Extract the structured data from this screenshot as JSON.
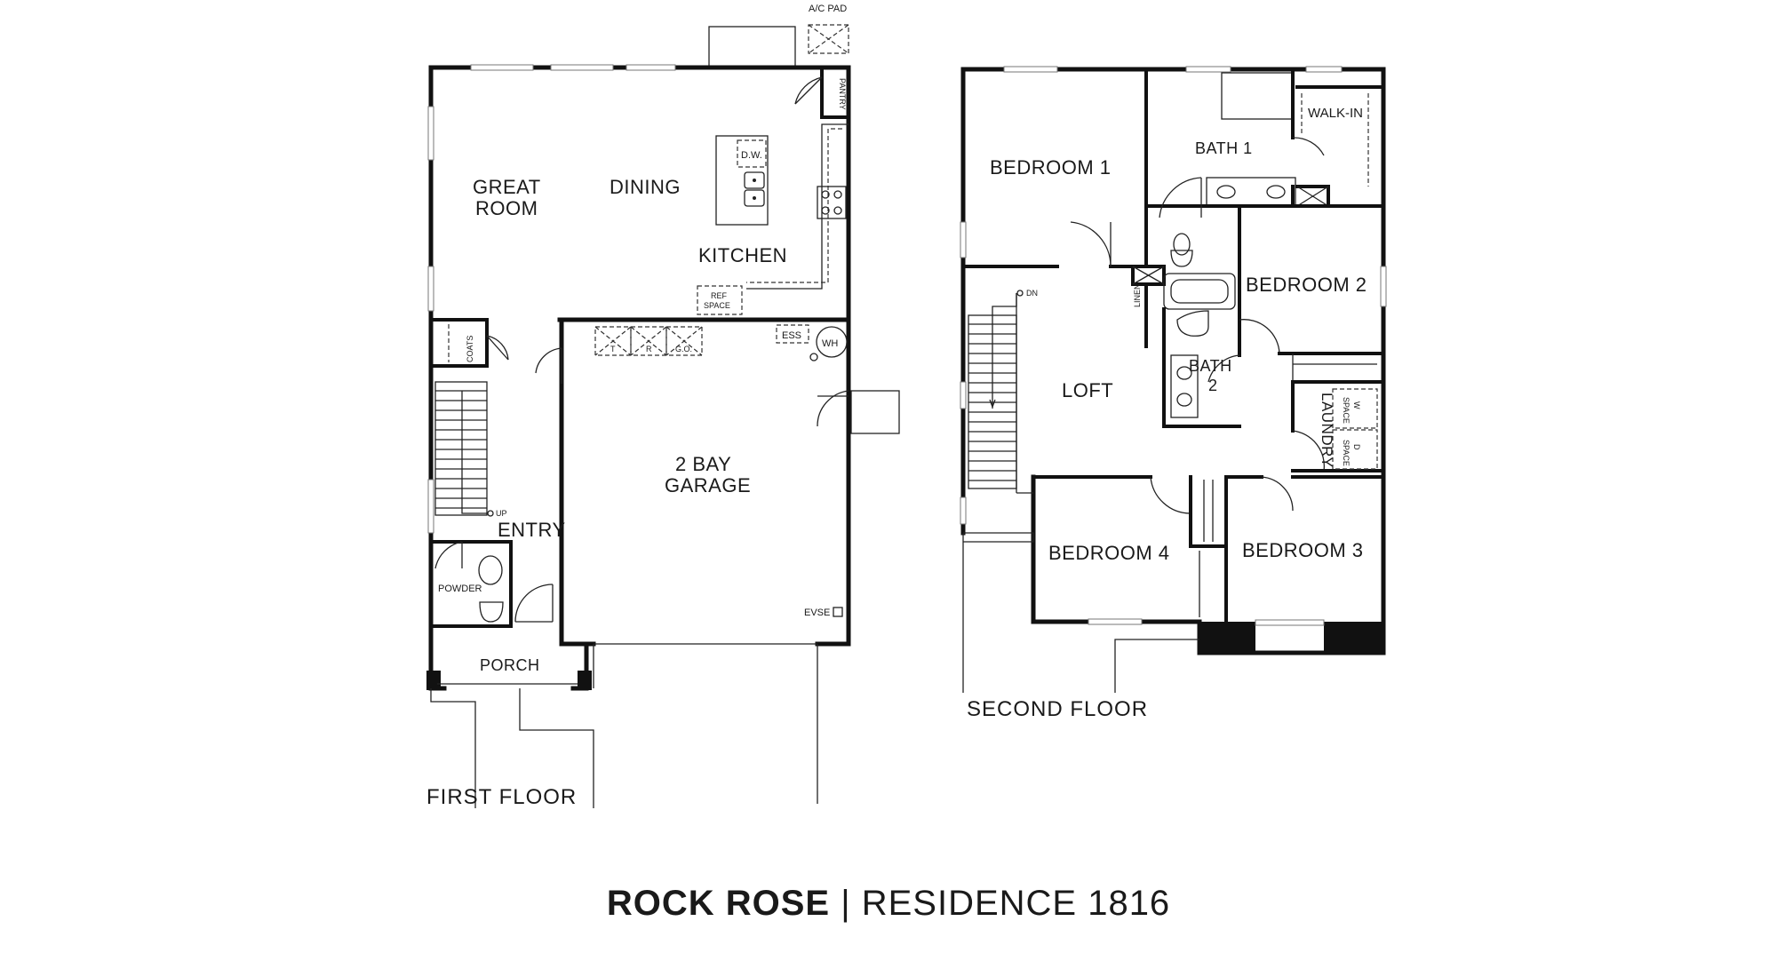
{
  "title": {
    "community": "ROCK ROSE",
    "separator": "|",
    "residence": "RESIDENCE 1816"
  },
  "first_floor": {
    "label": "FIRST FLOOR",
    "rooms": {
      "great_room_line1": "GREAT",
      "great_room_line2": "ROOM",
      "dining": "DINING",
      "kitchen": "KITCHEN",
      "garage_line1": "2 BAY",
      "garage_line2": "GARAGE",
      "entry": "ENTRY",
      "powder": "POWDER",
      "porch": "PORCH"
    },
    "labels": {
      "ac_pad": "A/C PAD",
      "pantry": "PANTRY",
      "dishwasher": "D.W.",
      "ref_space_line1": "REF",
      "ref_space_line2": "SPACE",
      "coats": "COATS",
      "ess": "ESS",
      "water_heater": "WH",
      "bin_t": "T",
      "bin_r": "R",
      "bin_g": "G.O.",
      "evse": "EVSE",
      "stair_up": "UP"
    }
  },
  "second_floor": {
    "label": "SECOND FLOOR",
    "rooms": {
      "bedroom1": "BEDROOM 1",
      "bath1": "BATH 1",
      "walk_in": "WALK-IN",
      "bedroom2": "BEDROOM 2",
      "loft": "LOFT",
      "bath2_line1": "BATH",
      "bath2_line2": "2",
      "laundry": "LAUNDRY",
      "bedroom3": "BEDROOM 3",
      "bedroom4": "BEDROOM 4"
    },
    "labels": {
      "linen": "LINEN",
      "stair_down": "DN",
      "w_space_line1": "W",
      "w_space_line2": "SPACE",
      "d_space_line1": "D",
      "d_space_line2": "SPACE"
    }
  }
}
